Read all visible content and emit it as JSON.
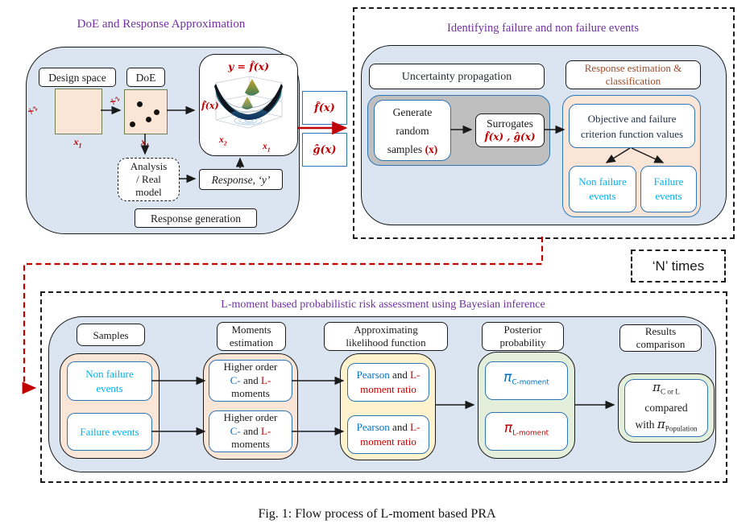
{
  "colors": {
    "purple_title": "#7030a0",
    "red_accent": "#c00000",
    "cyan_events": "#00b0f0",
    "blue_text": "#0070c0",
    "brown_text": "#9e4b28",
    "container_blue": "#dbe5f1",
    "peach": "#fbe5d6",
    "gray": "#bfbfbf",
    "yellow": "#fff2cc",
    "green": "#e3efda",
    "blue_border": "#2e75b6"
  },
  "top_left": {
    "title": "DoE and Response Approximation",
    "design_space_label": "Design space",
    "doe_label": "DoE",
    "x_base": "x",
    "x1_sub": "1",
    "x2_sub": "2",
    "analysis_lines": [
      "Analysis",
      "/ Real",
      "model"
    ],
    "response_label": "Response, ‘y’",
    "response_generation_label": "Response generation",
    "surface_plot": {
      "title": "y = f̂(x)",
      "ylabel": "f̂(x)"
    }
  },
  "interface": {
    "fhat_label": "f̂(x)",
    "ghat_label": "ĝ(x)"
  },
  "top_right": {
    "title": "Identifying failure and non failure events",
    "uncertainty_label": "Uncertainty propagation",
    "response_estimation_lines": [
      "Response estimation &",
      "classification"
    ],
    "generate_lines": [
      "Generate",
      "random"
    ],
    "generate_line3_black": "samples ",
    "generate_line3_red": "(x)",
    "surrogates_line1": "Surrogates",
    "surrogates_line2": "f̂(x) , ĝ(x)",
    "objective_lines": [
      "Objective and failure",
      "criterion function values"
    ],
    "non_failure_lines": [
      "Non failure",
      "events"
    ],
    "failure_lines": [
      "Failure",
      "events"
    ]
  },
  "n_times_label": "‘N’ times",
  "bottom": {
    "title": "L-moment based probabilistic risk assessment using Bayesian inference",
    "headers": {
      "samples": "Samples",
      "moments": [
        "Moments",
        "estimation"
      ],
      "approximating": [
        "Approximating",
        "likelihood function"
      ],
      "posterior": [
        "Posterior",
        "probability"
      ],
      "results": [
        "Results",
        "comparison"
      ]
    },
    "samples": {
      "non_failure_lines": [
        "Non failure",
        "events"
      ],
      "failure_label": "Failure events"
    },
    "moments_box": {
      "line1": "Higher order",
      "c_part": "C-",
      "and_part": " and ",
      "l_part": "L-",
      "line3": "moments"
    },
    "pearson_box": {
      "p_part": "Pearson",
      "and_part": " and ",
      "l_part": "L-",
      "line2": "moment ratio"
    },
    "posterior_boxes": {
      "pi": "π",
      "c_sub": "C-moment",
      "l_sub": "L-moment"
    },
    "results_box": {
      "pi": "π",
      "line1_sub": "C or L",
      "line2": "compared",
      "line3_prefix": "with ",
      "line3_sub": "Population"
    }
  },
  "caption": "Fig. 1: Flow process of L-moment based PRA"
}
